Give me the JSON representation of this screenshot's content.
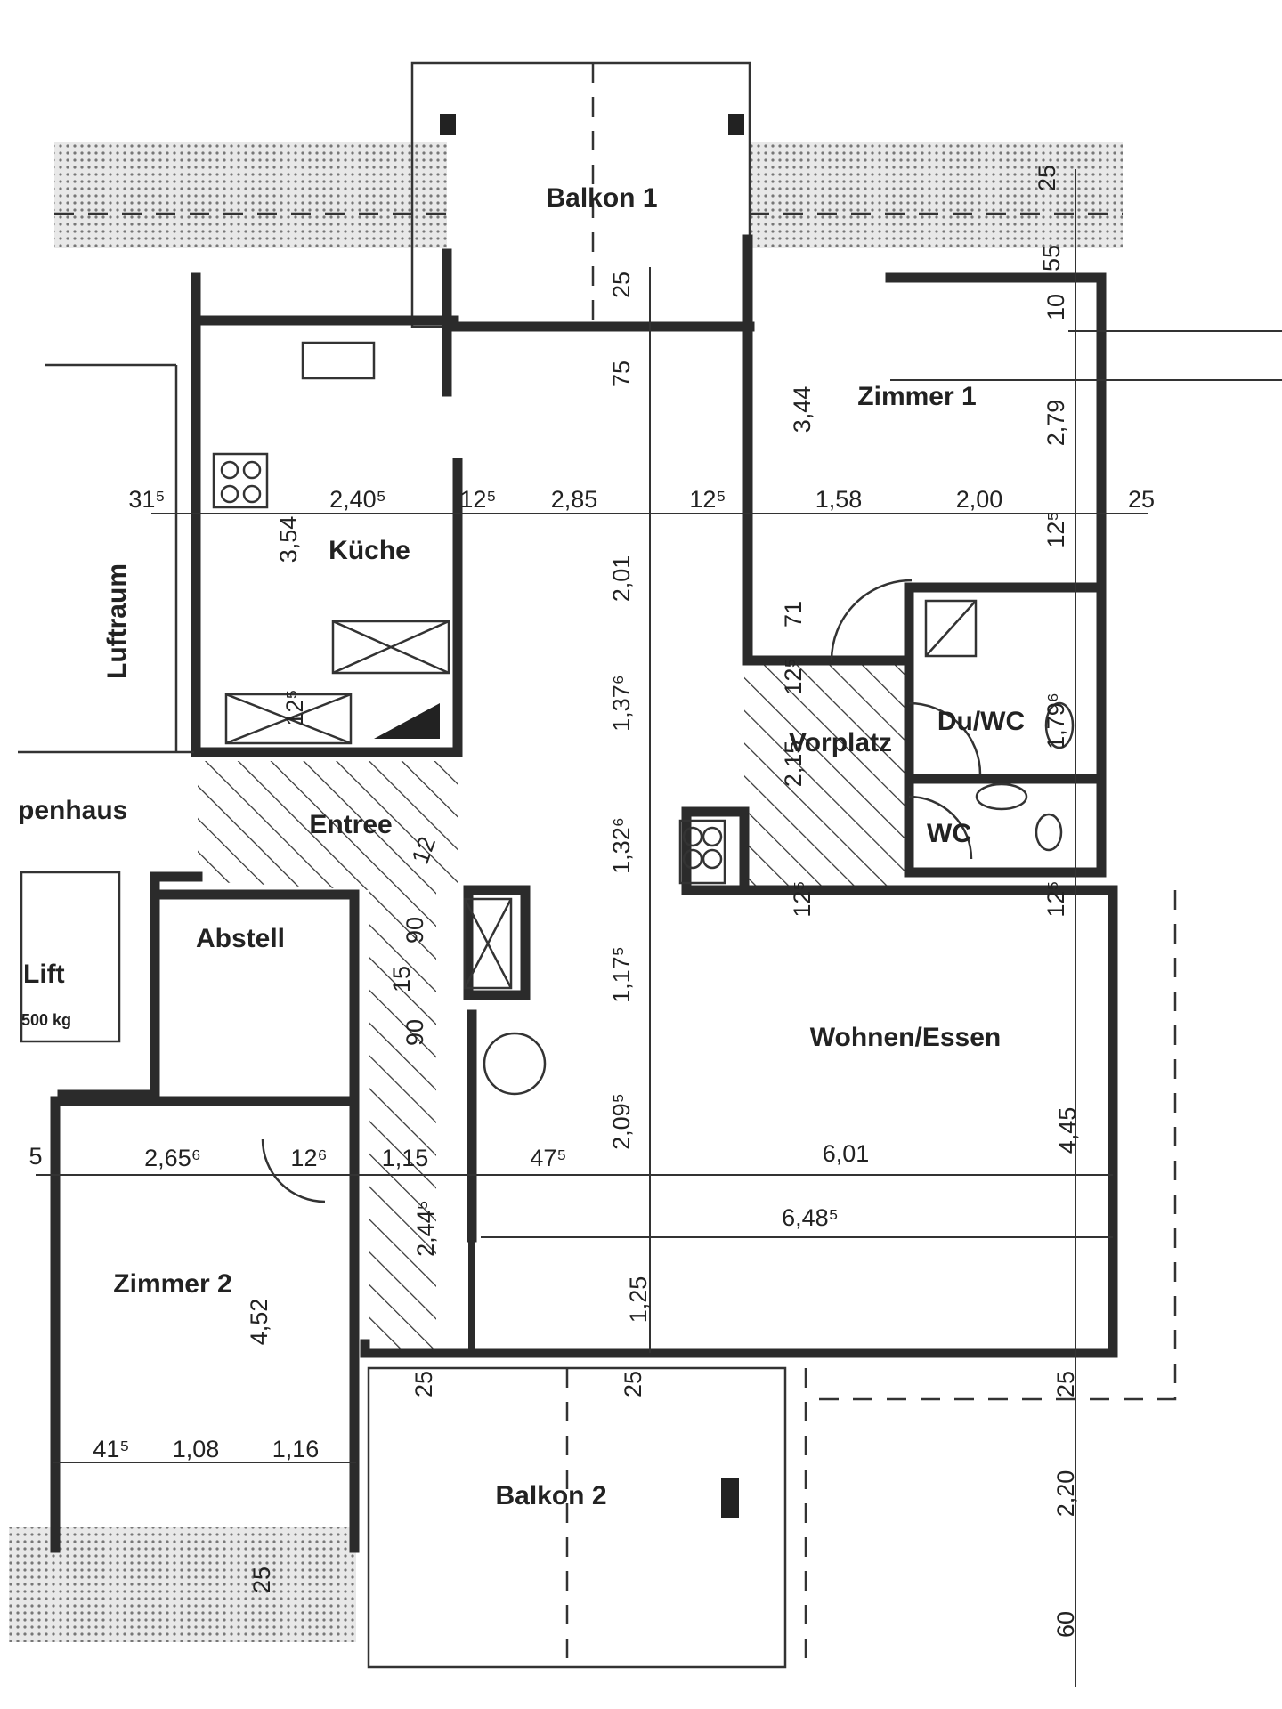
{
  "rooms": {
    "balkon1": "Balkon 1",
    "zimmer1": "Zimmer 1",
    "kueche": "Küche",
    "luftraum": "Luftraum",
    "entree": "Entree",
    "vorplatz": "Vorplatz",
    "duwc": "Du/WC",
    "wc": "WC",
    "treppenhaus": "penhaus",
    "abstell": "Abstell",
    "lift": "Lift",
    "lift_load": "500 kg",
    "wohnen": "Wohnen/Essen",
    "zimmer2": "Zimmer 2",
    "balkon2": "Balkon 2"
  },
  "dims": {
    "d31": "31⁵",
    "d240": "2,40⁵",
    "d125a": "12⁵",
    "d285": "2,85",
    "d125b": "12⁵",
    "d158": "1,58",
    "d200": "2,00",
    "d25r": "25",
    "d354": "3,54",
    "d201": "2,01",
    "d1376": "1,37⁶",
    "d1326": "1,32⁶",
    "d1175": "1,17⁵",
    "d2095": "2,09⁵",
    "d125v": "1,25",
    "d75": "75",
    "d25top": "25",
    "d344": "3,44",
    "d279": "2,79",
    "d10": "10",
    "d55": "55",
    "d25tr": "25",
    "d125z": "12⁵",
    "d71": "71",
    "d125vp": "12⁵",
    "d215": "2,15",
    "d1796": "1,79⁶",
    "d125w1": "12⁵",
    "d125w2": "12⁵",
    "d445": "4,45",
    "d125k": "12⁵",
    "d12e": "12",
    "d90a": "90",
    "d15": "15",
    "d90b": "90",
    "d2656": "2,65⁶",
    "d126": "12⁶",
    "d115": "1,15",
    "d475": "47⁵",
    "d601": "6,01",
    "d6485": "6,48⁵",
    "d2445": "2,44⁵",
    "d452": "4,52",
    "d415": "41⁵",
    "d108": "1,08",
    "d116": "1,16",
    "d25b1": "25",
    "d25b2": "25",
    "d25b3": "25",
    "d220": "2,20",
    "d60": "60",
    "d25z2": "25",
    "d5": "5"
  }
}
